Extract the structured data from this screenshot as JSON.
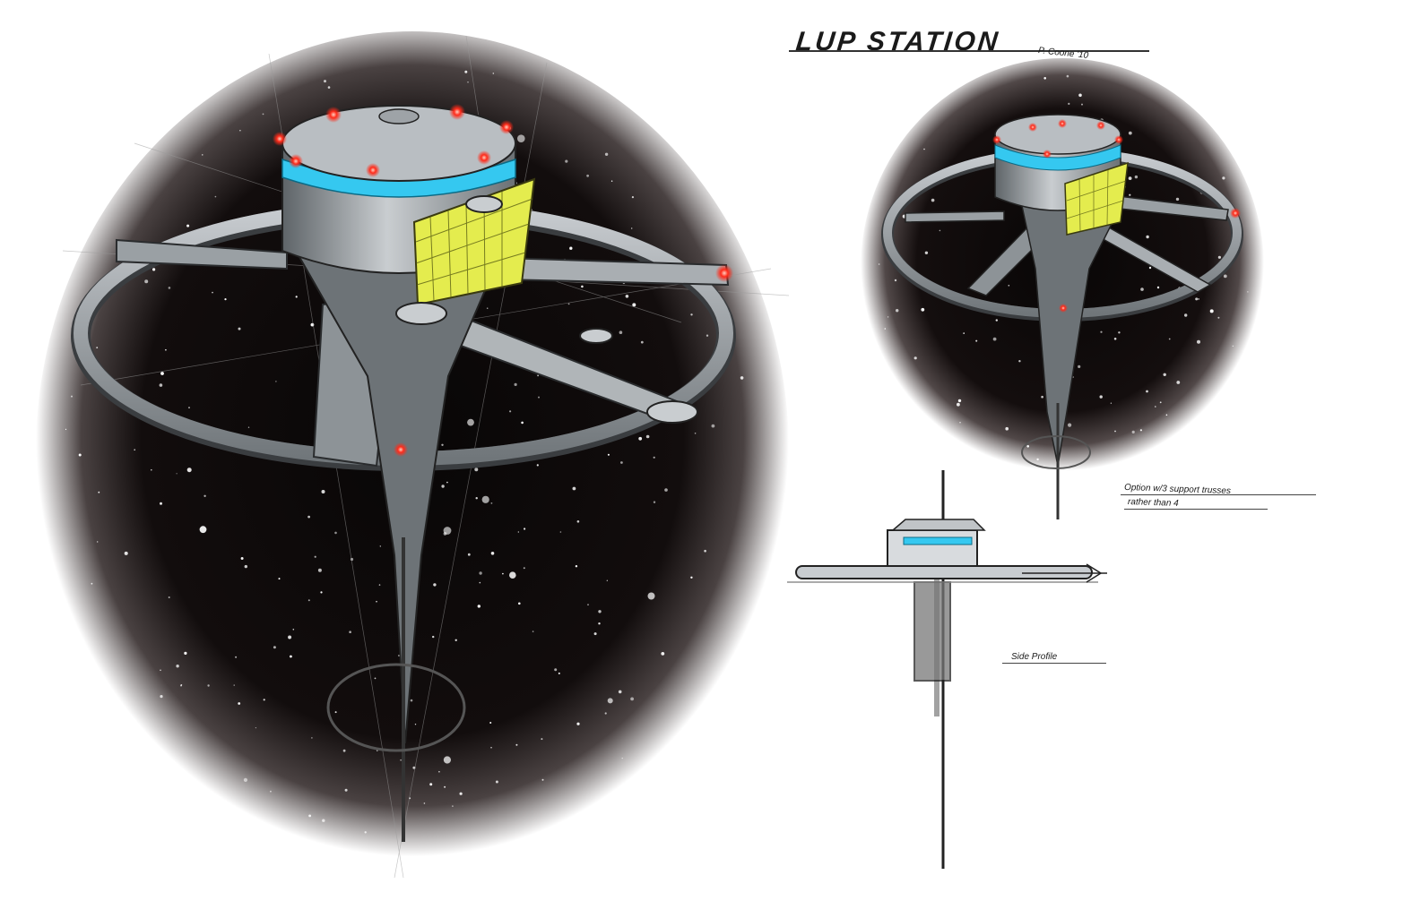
{
  "sheet": {
    "title": "LUP STATION",
    "signature": "P. Coone '10",
    "note_line1": "Option w/3 support trusses",
    "note_line2": "rather than 4",
    "side_label": "Side Profile"
  },
  "colors": {
    "space": "#0d0a0a",
    "hull": "#8e9498",
    "accent_cyan": "#35c8f0",
    "window_yellow": "#e4ec4e",
    "beacon_red": "#ff2b1a"
  }
}
